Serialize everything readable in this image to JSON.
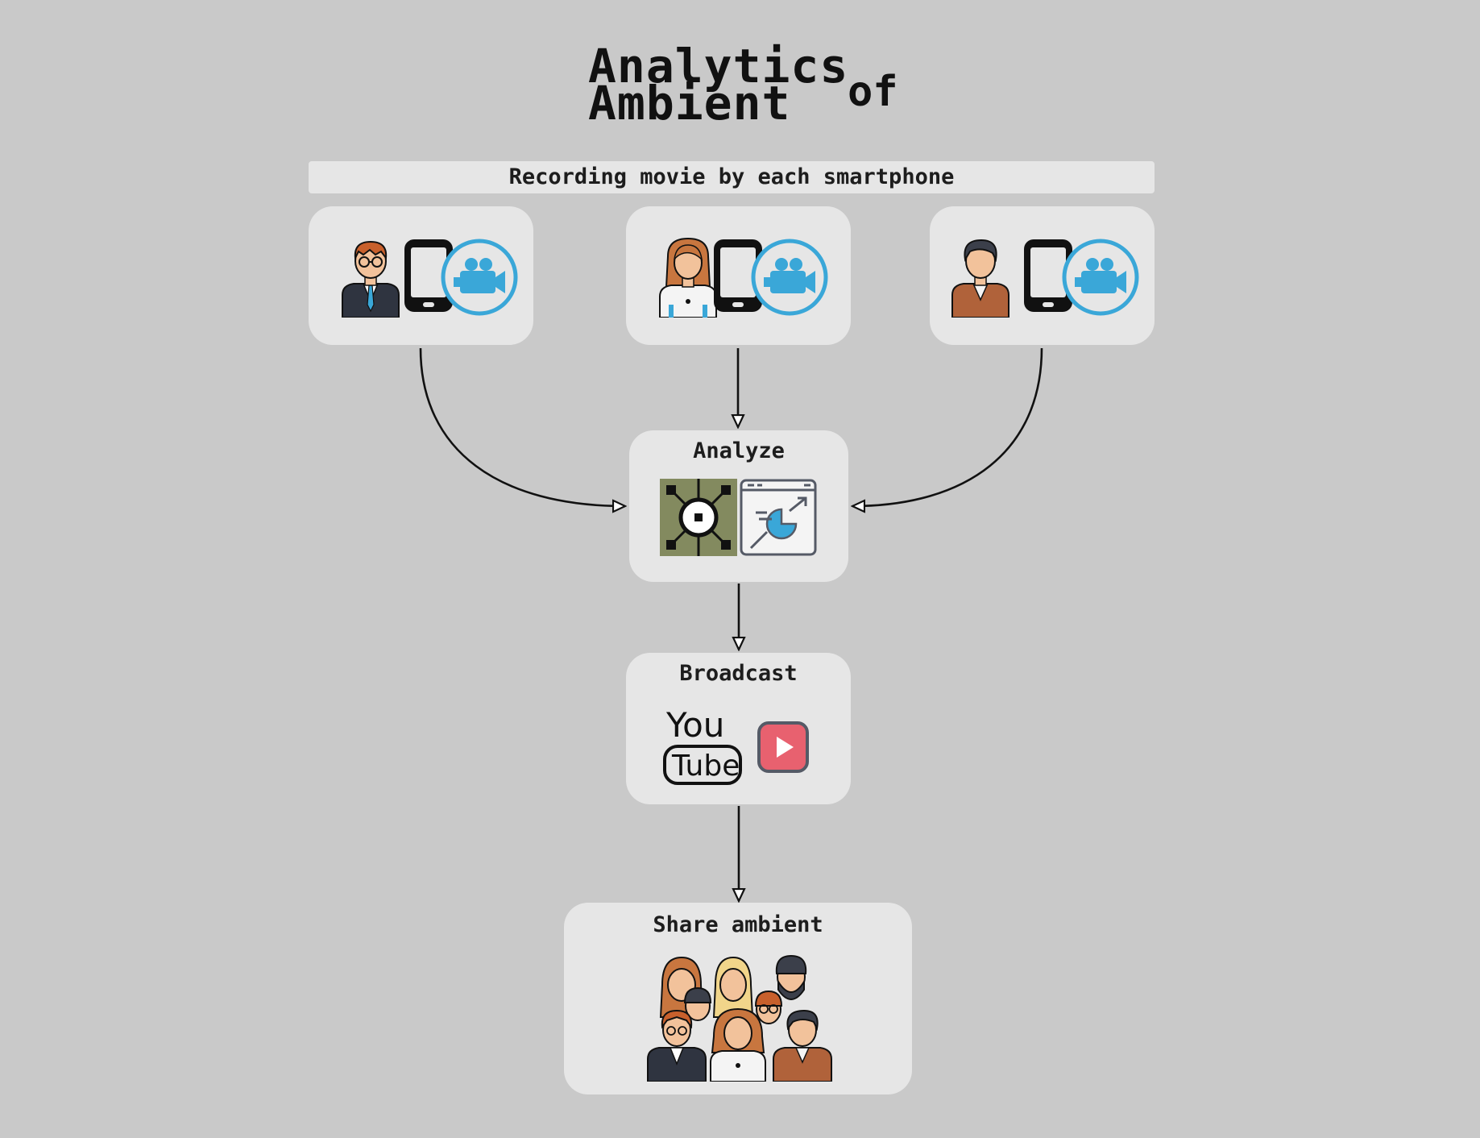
{
  "title": {
    "line1": "Analytics",
    "line2": "Ambient",
    "suffix": "of"
  },
  "banner": {
    "label": "Recording movie by each smartphone"
  },
  "recorders": [
    {
      "person": "businessman-icon",
      "device": "smartphone-icon",
      "action": "video-camera-icon"
    },
    {
      "person": "woman-icon",
      "device": "smartphone-icon",
      "action": "video-camera-icon"
    },
    {
      "person": "man-icon",
      "device": "smartphone-icon",
      "action": "video-camera-icon"
    }
  ],
  "analyze": {
    "label": "Analyze",
    "icons": [
      "processor-hub-icon",
      "analytics-dashboard-icon"
    ]
  },
  "broadcast": {
    "label": "Broadcast",
    "logo_you": "You",
    "logo_tube": "Tube",
    "icons": [
      "youtube-logo-icon",
      "play-button-icon"
    ]
  },
  "share": {
    "label": "Share ambient",
    "icons": [
      "crowd-icon"
    ]
  },
  "colors": {
    "background": "#c9c9c9",
    "card": "#e6e6e6",
    "camera_blue": "#3aa7d8",
    "play_red": "#e8616f",
    "hub_green": "#838a5f"
  }
}
